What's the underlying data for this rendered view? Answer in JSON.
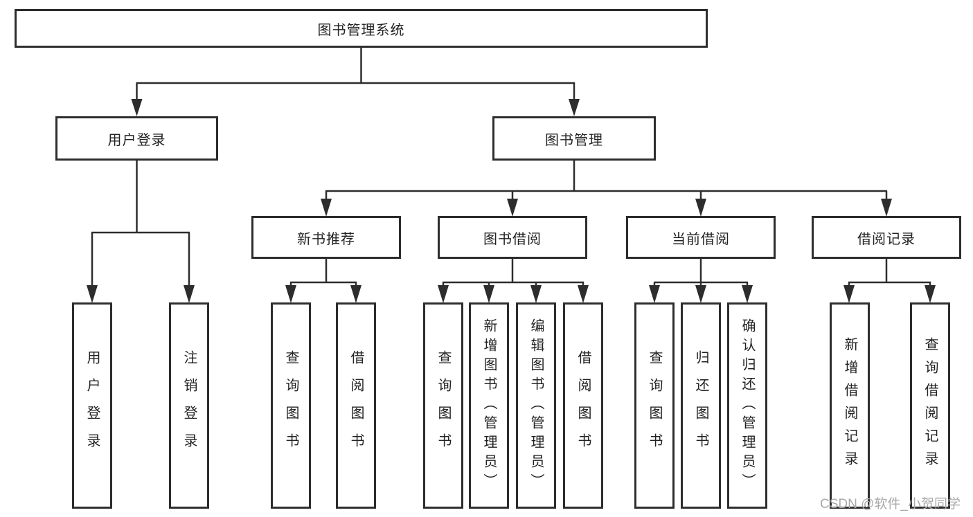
{
  "diagram": {
    "root": {
      "label": "图书管理系统"
    },
    "level2": [
      {
        "label": "用户登录"
      },
      {
        "label": "图书管理"
      }
    ],
    "level3": [
      {
        "label": "新书推荐"
      },
      {
        "label": "图书借阅"
      },
      {
        "label": "当前借阅"
      },
      {
        "label": "借阅记录"
      }
    ],
    "leaves": [
      {
        "label": "用户登录"
      },
      {
        "label": "注销登录"
      },
      {
        "label": "查询图书"
      },
      {
        "label": "借阅图书"
      },
      {
        "label": "查询图书"
      },
      {
        "label": "新增图书（管理员）"
      },
      {
        "label": "编辑图书（管理员）"
      },
      {
        "label": "借阅图书"
      },
      {
        "label": "查询图书"
      },
      {
        "label": "归还图书"
      },
      {
        "label": "确认归还（管理员）"
      },
      {
        "label": "新增借阅记录"
      },
      {
        "label": "查询借阅记录"
      }
    ]
  },
  "watermark": {
    "text": "CSDN @软件_小贺同学"
  },
  "colors": {
    "line": "#2d2d2d",
    "box_border": "#2d2d2d",
    "background": "#ffffff",
    "text": "#222222",
    "watermark": "#a9a9a9"
  }
}
